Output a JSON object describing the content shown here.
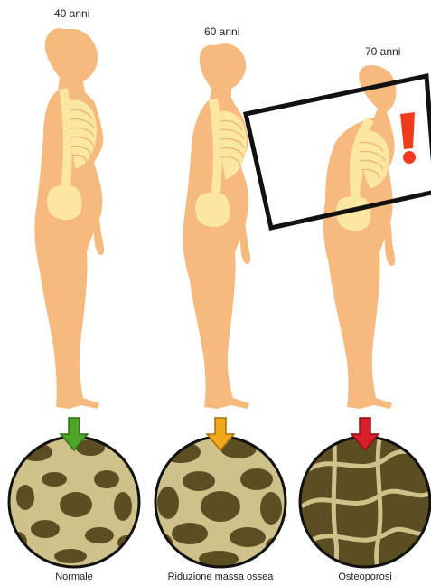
{
  "stages": [
    {
      "age": "40 anni",
      "bone_label": "Normale",
      "arrow_color": "#4fa42a",
      "bone_density": "normal"
    },
    {
      "age": "60 anni",
      "bone_label": "Riduzione massa ossea",
      "arrow_color": "#f2a81d",
      "bone_density": "reduced"
    },
    {
      "age": "70 anni",
      "bone_label": "Osteoporosi",
      "arrow_color": "#d8202a",
      "bone_density": "osteoporosis"
    }
  ],
  "colors": {
    "skin": "#f6b97e",
    "skeleton": "#fbe7a2",
    "bone_background": "#5a4e22",
    "bone_tissue": "#cfc18a",
    "warning": "#ef3b1b",
    "highlight_box": "#111111"
  },
  "callout": {
    "icon": "exclamation-icon"
  }
}
